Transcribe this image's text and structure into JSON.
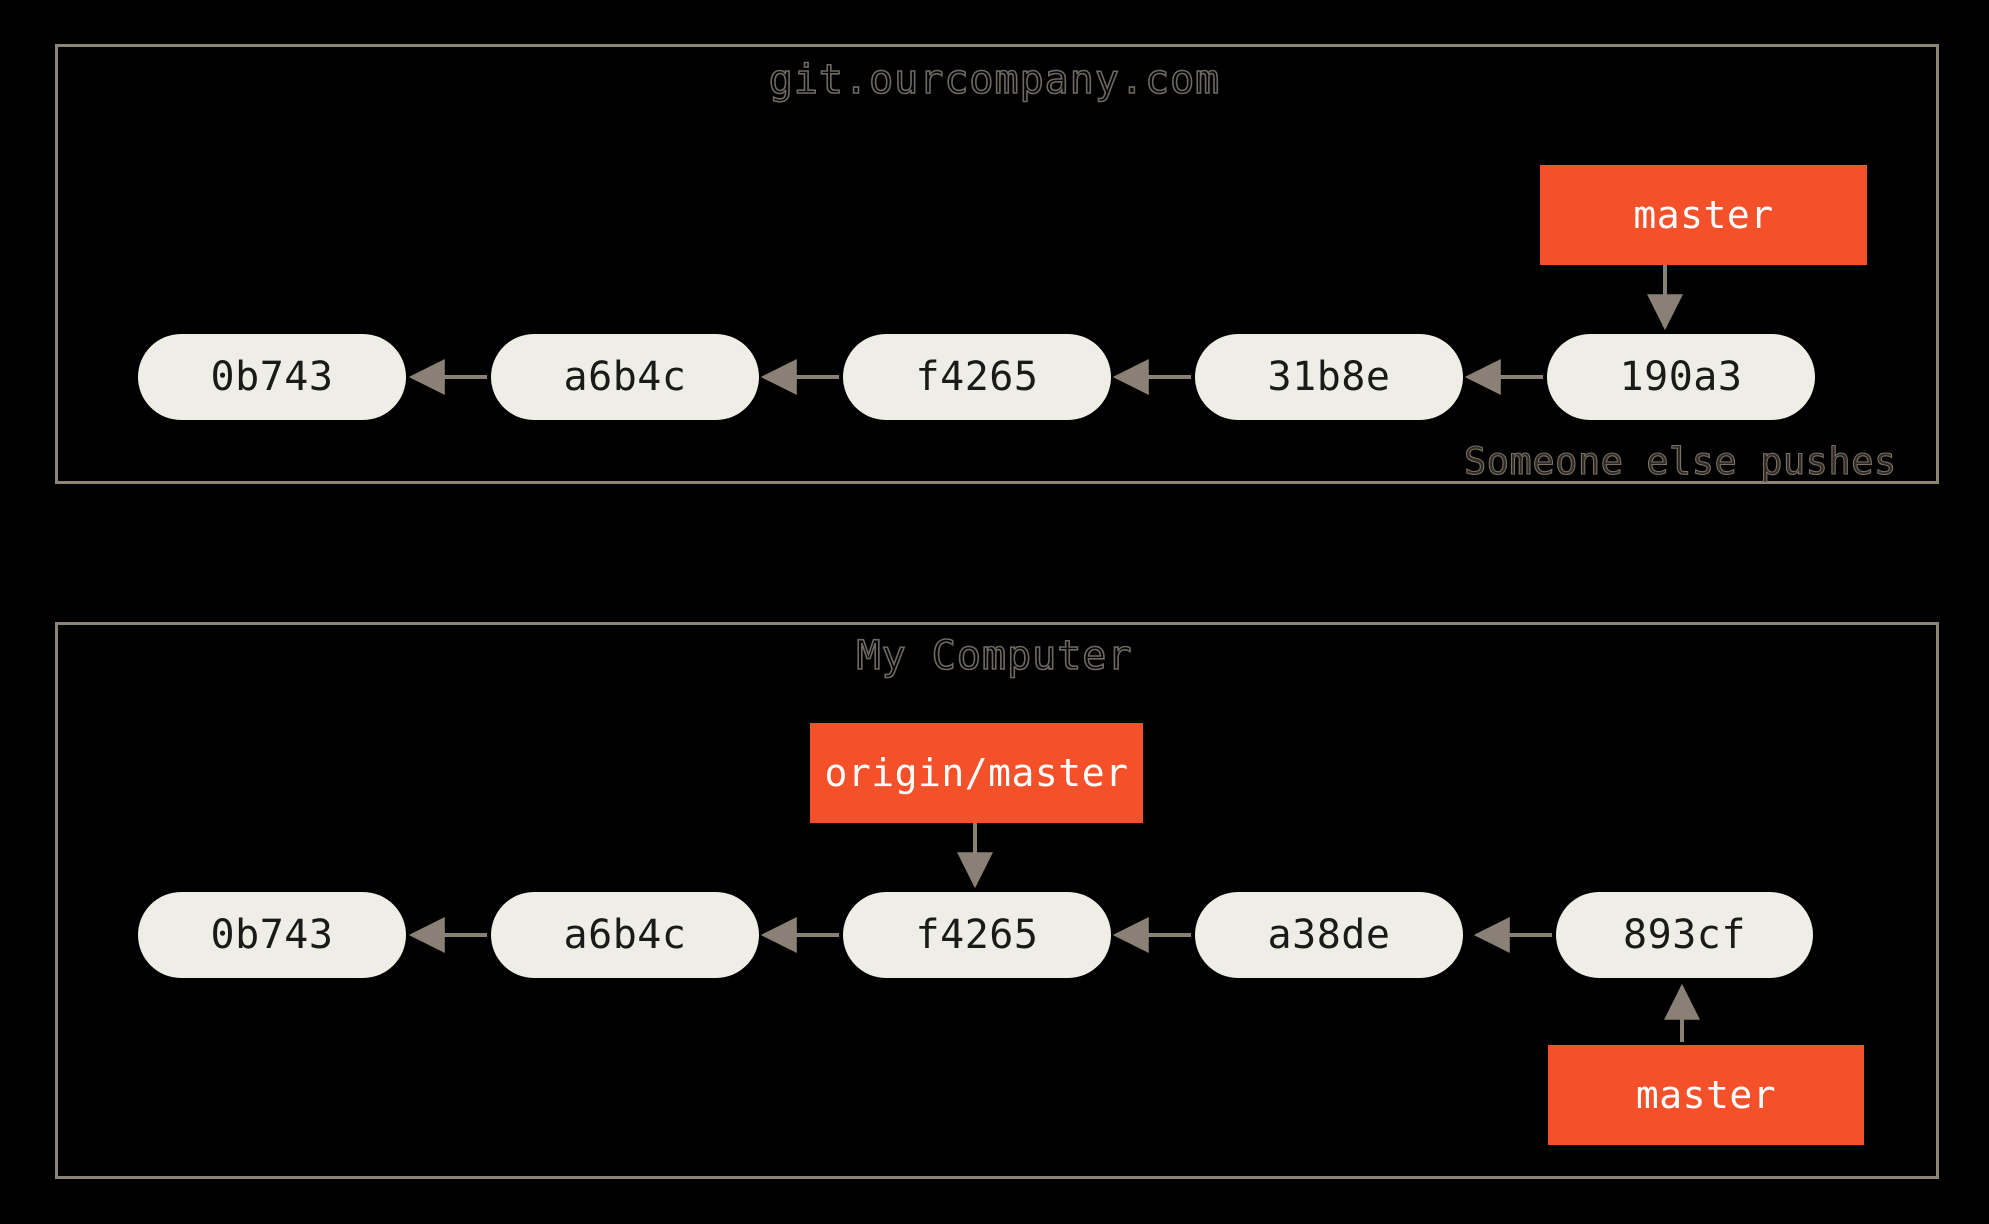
{
  "diagram": {
    "title_alt": "Git remote branch divergence diagram",
    "background_color": "#000000",
    "panel_border_color": "#8d8478",
    "commit_node_color": "#efeee6",
    "commit_text_color": "#1a1a18",
    "branch_label_color": "#f4502a",
    "branch_label_text_color": "#ffffff",
    "arrow_color": "#8a8076",
    "caption_text_color": "#2f2a23"
  },
  "panels": [
    {
      "id": "server",
      "title": "git.ourcompany.com",
      "commits": [
        {
          "hash": "0b743"
        },
        {
          "hash": "a6b4c"
        },
        {
          "hash": "f4265"
        },
        {
          "hash": "31b8e"
        },
        {
          "hash": "190a3"
        }
      ],
      "labels": [
        {
          "text": "master",
          "points_to": "190a3",
          "direction": "down"
        }
      ],
      "caption": "Someone else pushes"
    },
    {
      "id": "local",
      "title": "My Computer",
      "commits": [
        {
          "hash": "0b743"
        },
        {
          "hash": "a6b4c"
        },
        {
          "hash": "f4265"
        },
        {
          "hash": "a38de"
        },
        {
          "hash": "893cf"
        }
      ],
      "labels": [
        {
          "text": "origin/master",
          "points_to": "f4265",
          "direction": "down"
        },
        {
          "text": "master",
          "points_to": "893cf",
          "direction": "up"
        }
      ],
      "caption": ""
    }
  ]
}
